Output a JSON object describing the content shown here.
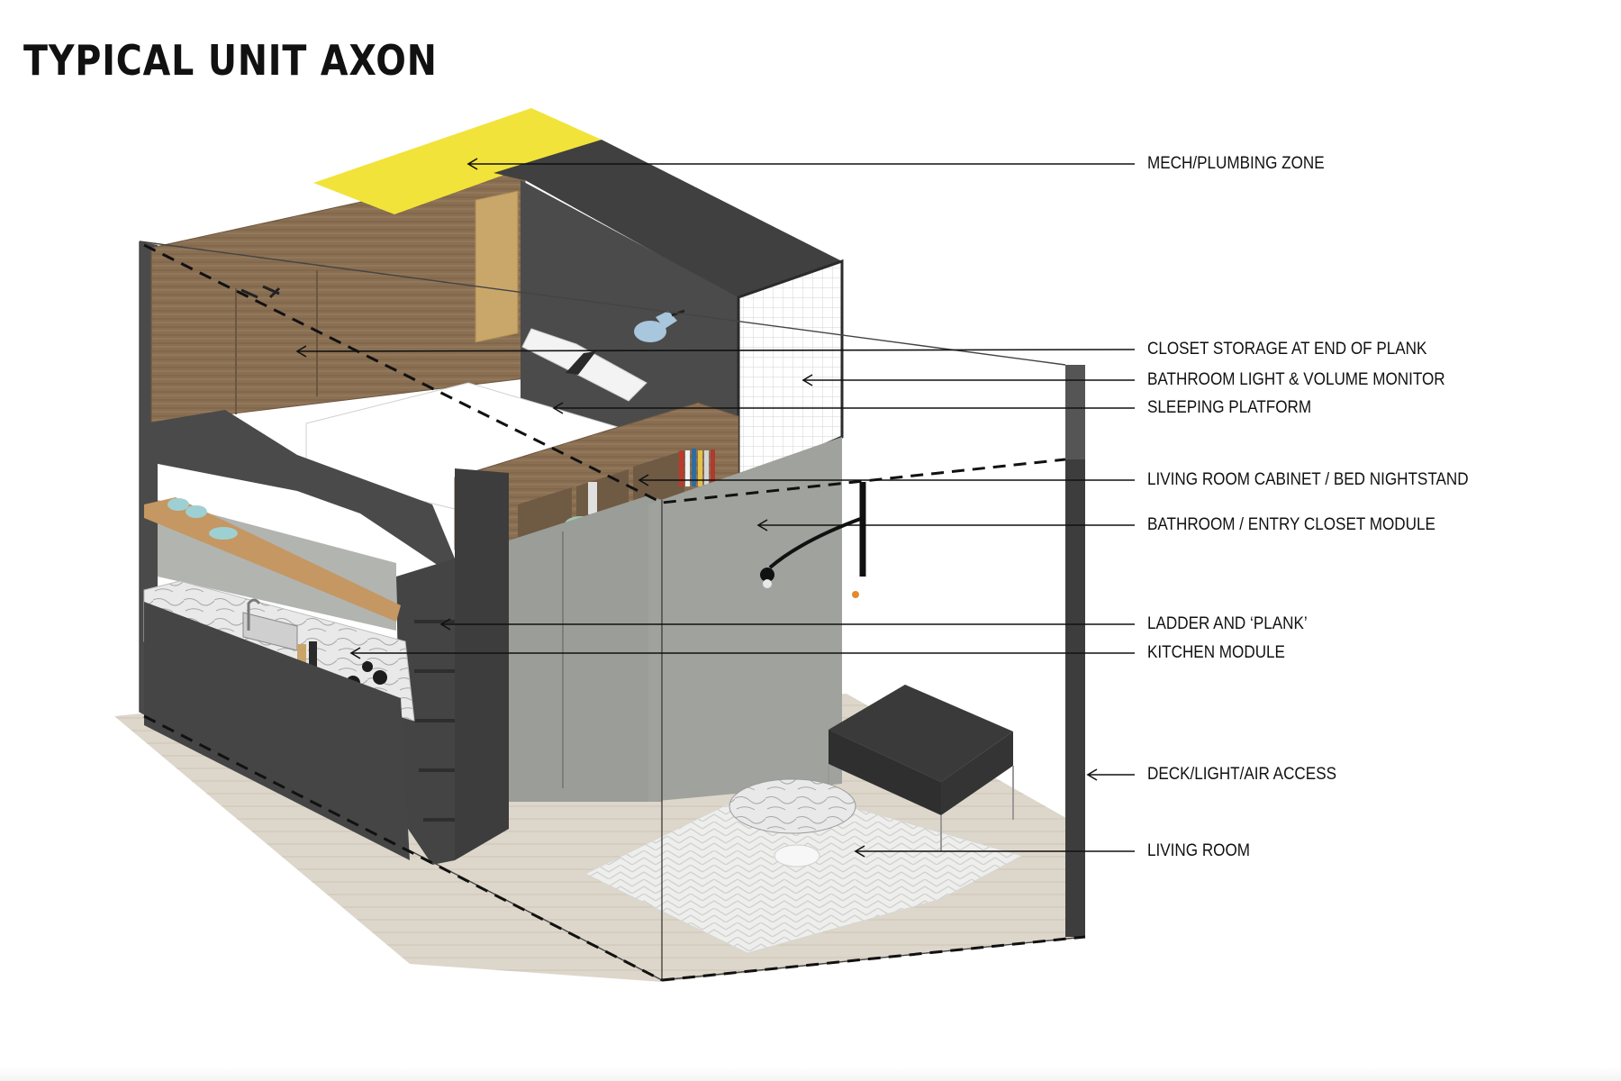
{
  "title": "TYPICAL UNIT AXON",
  "labels": {
    "mech": "MECH/PLUMBING ZONE",
    "closet": "CLOSET STORAGE AT END OF PLANK",
    "bath_light": "BATHROOM LIGHT & VOLUME MONITOR",
    "sleeping": "SLEEPING PLATFORM",
    "cabinet": "LIVING ROOM CABINET / BED NIGHTSTAND",
    "bath_module": "BATHROOM / ENTRY CLOSET MODULE",
    "ladder": "LADDER AND ‘PLANK’",
    "kitchen": "KITCHEN MODULE",
    "deck": "DECK/LIGHT/AIR ACCESS",
    "living": "LIVING ROOM"
  },
  "colors": {
    "mech_zone": "#f2e33a",
    "wood": "#8a6f52",
    "dark_panel": "#3c3c3c",
    "module_grey": "#9fa29d",
    "floor": "#dcd5c8",
    "rug": "#f0f0ee"
  }
}
